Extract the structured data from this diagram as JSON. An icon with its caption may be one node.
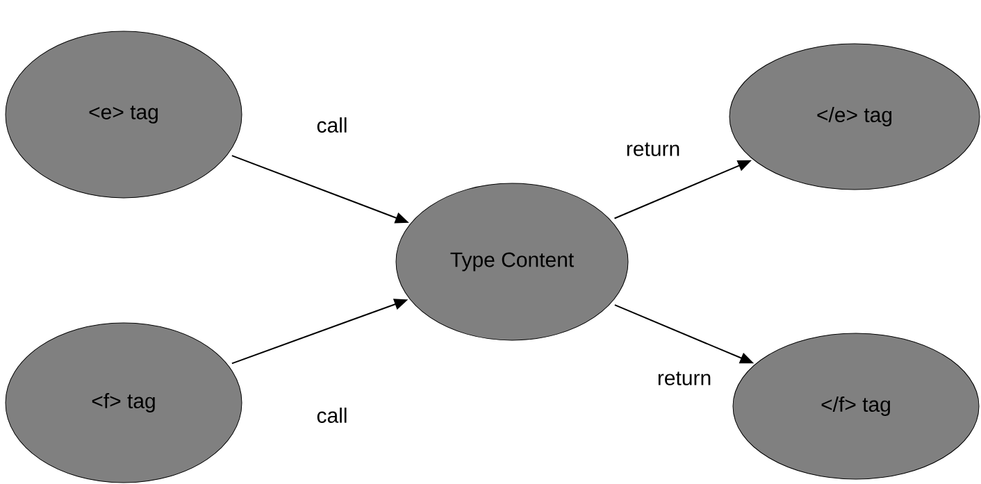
{
  "diagram": {
    "nodes": [
      {
        "text": [
          "<e> tag"
        ]
      },
      {
        "text": [
          "</e> tag"
        ]
      },
      {
        "text": [
          "Type Content"
        ]
      },
      {
        "text": [
          "<f> tag"
        ]
      },
      {
        "text": [
          "</f> tag"
        ]
      }
    ],
    "edges": [
      {
        "from": 0,
        "to": 2,
        "arrow": "to",
        "label": "call"
      },
      {
        "from": 3,
        "to": 2,
        "arrow": "to",
        "label": "call"
      },
      {
        "from": 2,
        "to": 1,
        "arrow": "to",
        "label": "return"
      },
      {
        "from": 2,
        "to": 4,
        "arrow": "to",
        "label": "return"
      }
    ]
  }
}
